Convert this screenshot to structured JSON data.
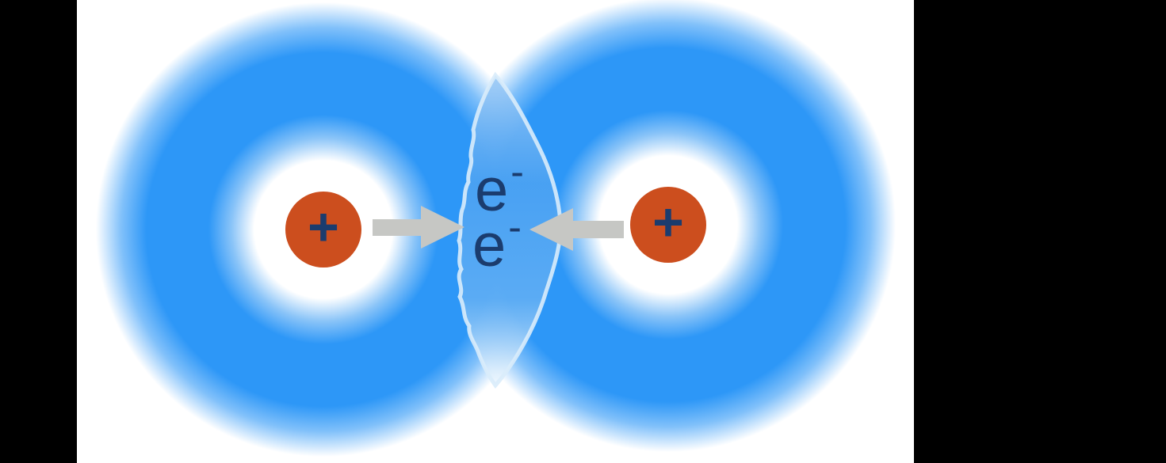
{
  "diagram": {
    "name": "covalent-bond-electron-sharing",
    "electrons": [
      {
        "base": "e",
        "superscript": "-"
      },
      {
        "base": "e",
        "superscript": "-"
      }
    ],
    "nuclei": [
      {
        "symbol": "+"
      },
      {
        "symbol": "+"
      }
    ],
    "icons": [
      "electron-cloud-left",
      "electron-cloud-right",
      "overlap-lens",
      "arrow-right-icon",
      "arrow-left-icon",
      "nucleus-left",
      "nucleus-right"
    ],
    "colors": {
      "letterbox_black": "#000000",
      "canvas_white": "#ffffff",
      "cloud_blue": "#2d97f7",
      "lens_fill": "#7dbef5",
      "lens_edge": "#d9ecfb",
      "nucleus_orange": "#cc4e1e",
      "symbol_navy": "#1b3c6e",
      "arrow_gray": "#c6c7c4"
    }
  }
}
